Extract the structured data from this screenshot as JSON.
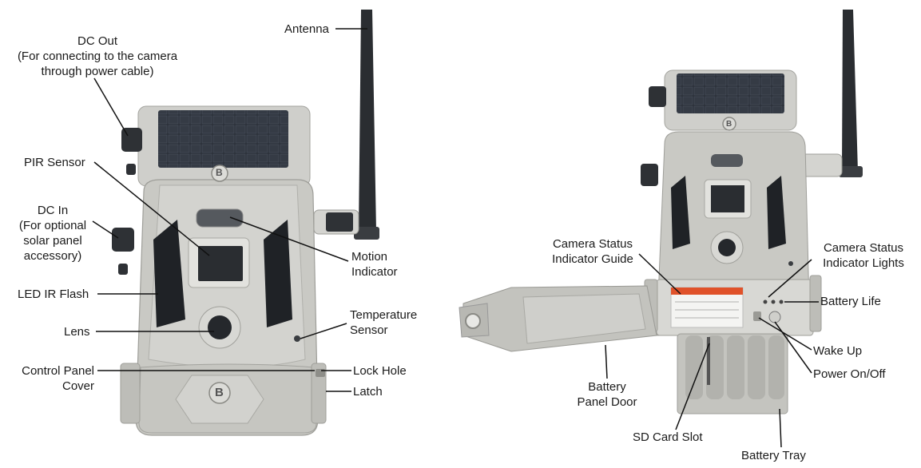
{
  "labels": {
    "antenna": "Antenna",
    "dc_out": "DC Out\n(For connecting to the camera\nthrough power cable)",
    "pir_sensor": "PIR Sensor",
    "dc_in": "DC In\n(For optional\nsolar panel\naccessory)",
    "led_ir_flash": "LED IR Flash",
    "lens": "Lens",
    "control_panel_cover": "Control Panel\nCover",
    "motion_indicator": "Motion\nIndicator",
    "temperature_sensor": "Temperature\nSensor",
    "lock_hole": "Lock Hole",
    "latch": "Latch",
    "camera_status_indicator_guide": "Camera Status\nIndicator Guide",
    "camera_status_indicator_lights": "Camera Status\nIndicator Lights",
    "battery_life": "Battery Life",
    "wake_up": "Wake Up",
    "power_on_off": "Power On/Off",
    "battery_panel_door": "Battery\nPanel Door",
    "sd_card_slot": "SD Card Slot",
    "battery_tray": "Battery Tray"
  },
  "logo_mark": "B",
  "colors": {
    "body": "#c9c9c4",
    "body_light": "#dcdcd8",
    "body_dark": "#9e9e99",
    "solar": "#2b3038",
    "antenna": "#2a2d31",
    "leader": "#111111",
    "sticker_accent": "#e0522a"
  }
}
